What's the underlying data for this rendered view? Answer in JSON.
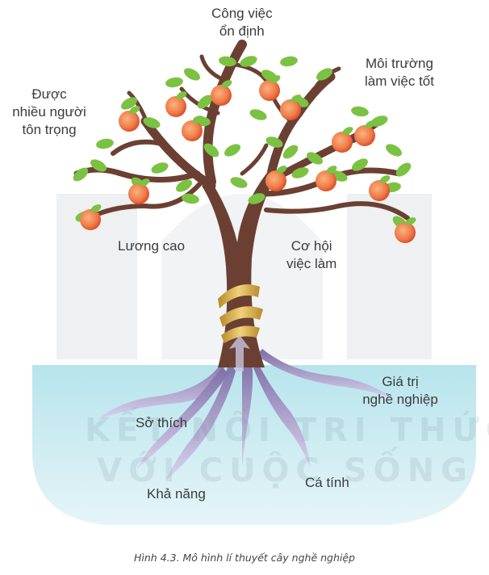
{
  "labels": {
    "stable_job": [
      "Công việc",
      "ổn định"
    ],
    "good_environment": [
      "Môi trường",
      "làm việc tốt"
    ],
    "respected": [
      "Được",
      "nhiều người",
      "tôn trọng"
    ],
    "high_salary": "Lương cao",
    "job_opportunity": [
      "Cơ hội",
      "việc làm"
    ],
    "career_value": [
      "Giá trị",
      "nghề nghiệp"
    ],
    "interest": "Sở thích",
    "ability": "Khả năng",
    "personality": "Cá tính"
  },
  "watermark": [
    "KẾT NỐI TRI THỨC",
    "VỚI CUỘC SỐNG"
  ],
  "caption": "Hình 4.3. Mô hình lí thuyết cây nghề nghiệp",
  "colors": {
    "trunk": "#6b4033",
    "leaf": "#7cc242",
    "fruit": "#f07a4a",
    "ground": "#a9dde6",
    "roots": "#8f86b8",
    "ribbon": "#d9b24a"
  }
}
